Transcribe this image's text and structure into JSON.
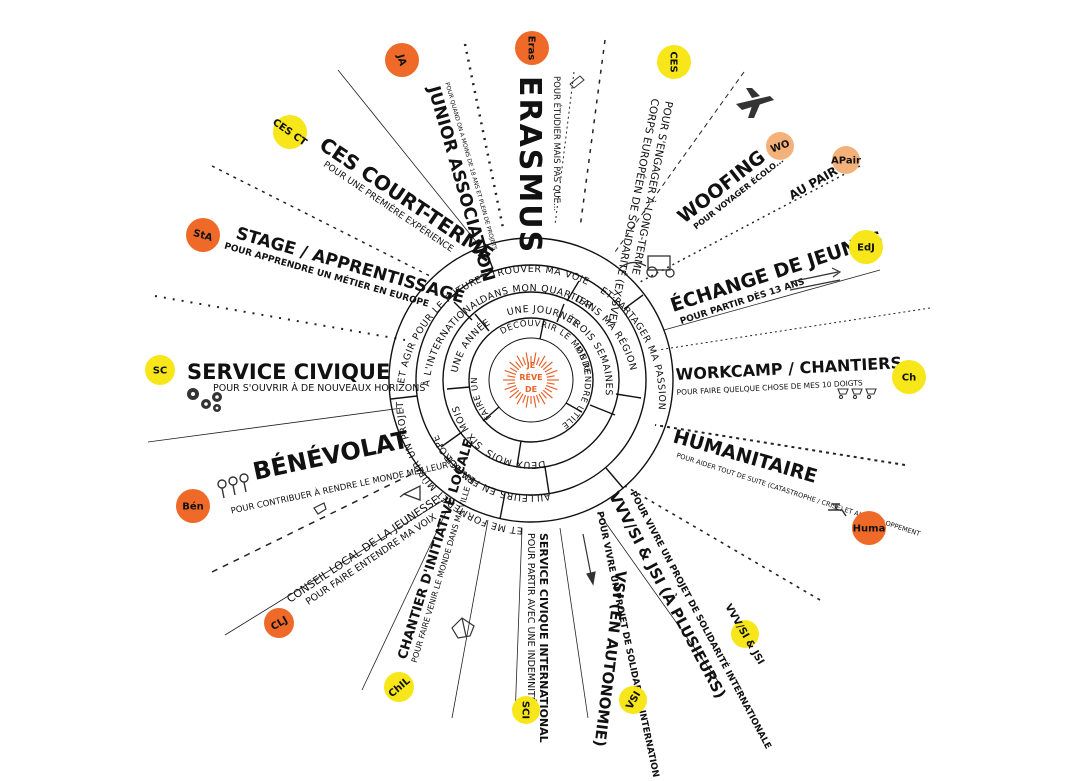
{
  "center": {
    "lines": [
      "JE",
      "RÊVE",
      "DE"
    ],
    "color": "#e8632b"
  },
  "colors": {
    "orange": "#ef6a28",
    "yellow": "#f7e61a",
    "apricot": "#f4b27a",
    "ink": "#111111"
  },
  "rings": {
    "inner": [
      "DÉCOUVRIR LE MONDE",
      "ME RENDRE UTILE",
      "FAIRE UN BREAK"
    ],
    "time": [
      "UNE JOURNÉE",
      "TROIS SEMAINES",
      "DEUX MOIS",
      "SIX MOIS",
      "UNE ANNÉE"
    ],
    "place": [
      "DANS MON QUARTIER",
      "DANS MA RÉGION",
      "AILLEURS EN FRANCE",
      "EN EUROPE",
      "À L'INTERNATIONAL"
    ],
    "outer": [
      "ET TROUVER MA VOIE",
      "ET PARTAGER MA PASSION",
      "ET ME FORMER",
      "ET MÛRIR UN PROJET",
      "ET AGIR POUR LE FUTUR"
    ]
  },
  "programs": {
    "junior": {
      "title": "JUNIOR ASSOCIATION",
      "sub": "POUR QUAND ON A MOINS DE 18 ANS ET PLEIN DE PROJETS",
      "badge": "JA"
    },
    "erasmus": {
      "title": "ERASMUS",
      "sub": "POUR ÉTUDIER MAIS PAS QUE...",
      "badge": "Eras"
    },
    "ces": {
      "title": "CORPS EUROPÉEN DE SOLIDARITÉ (EX.SVE)",
      "sub": "POUR S'ENGAGER À LONG-TERME",
      "badge": "CES"
    },
    "woofing": {
      "title": "WOOFING",
      "sub": "POUR VOYAGER ÉCOLO...",
      "badge": "WO"
    },
    "aupair": {
      "title": "AU PAIR",
      "badge": "APair"
    },
    "cesct": {
      "title": "CES COURT-TERME",
      "sub": "POUR UNE PREMIÈRE EXPÉRIENCE",
      "badge": "CES CT"
    },
    "stage": {
      "title": "STAGE / APPRENTISSAGE",
      "sub": "POUR APPRENDRE UN MÉTIER EN EUROPE",
      "badge": "StA"
    },
    "echange": {
      "title": "ÉCHANGE DE JEUNES",
      "sub": "POUR PARTIR DÈS 13 ANS",
      "badge": "EdJ"
    },
    "service": {
      "title": "SERVICE CIVIQUE",
      "sub": "POUR S'OUVRIR À DE NOUVEAUX HORIZONS",
      "badge": "SC"
    },
    "workcamp": {
      "title": "WORKCAMP / CHANTIERS",
      "sub": "POUR FAIRE QUELQUE CHOSE DE MES 10 DOIGTS",
      "badge": "Ch"
    },
    "benevolat": {
      "title": "BÉNÉVOLAT",
      "sub": "POUR CONTRIBUER À RENDRE LE MONDE MEILLEUR",
      "badge": "Bén"
    },
    "humanitaire": {
      "title": "HUMANITAIRE",
      "sub": "POUR AIDER TOUT DE SUITE (CATASTROPHE / CRISE) ET AU DÉVELOPPEMENT",
      "badge": "Huma"
    },
    "conseil": {
      "title": "CONSEIL LOCAL DE LA JEUNESSE",
      "sub": "POUR FAIRE ENTENDRE MA VOIX",
      "badge": "CLJ"
    },
    "chantier": {
      "title": "CHANTIER D'INITIATIVE LOCALE",
      "sub": "POUR FAIRE VENIR LE MONDE DANS MA VILLE",
      "badge": "ChIL"
    },
    "sci": {
      "title": "SERVICE CIVIQUE INTERNATIONAL",
      "sub": "POUR PARTIR AVEC UNE INDEMNITÉ",
      "badge": "SCI"
    },
    "vsi": {
      "title": "VSI (EN AUTONOMIE)",
      "sub": "POUR VIVRE UN PROJET DE SOLIDARITÉ INTERNATIONALE",
      "badge": "VSI"
    },
    "vvv": {
      "title": "VVV/SI & JSI (À PLUSIEURS)",
      "sub": "POUR VIVRE UN PROJET DE SOLIDARITÉ INTERNATIONALE",
      "badge": "VVV/SI & JSI"
    }
  }
}
